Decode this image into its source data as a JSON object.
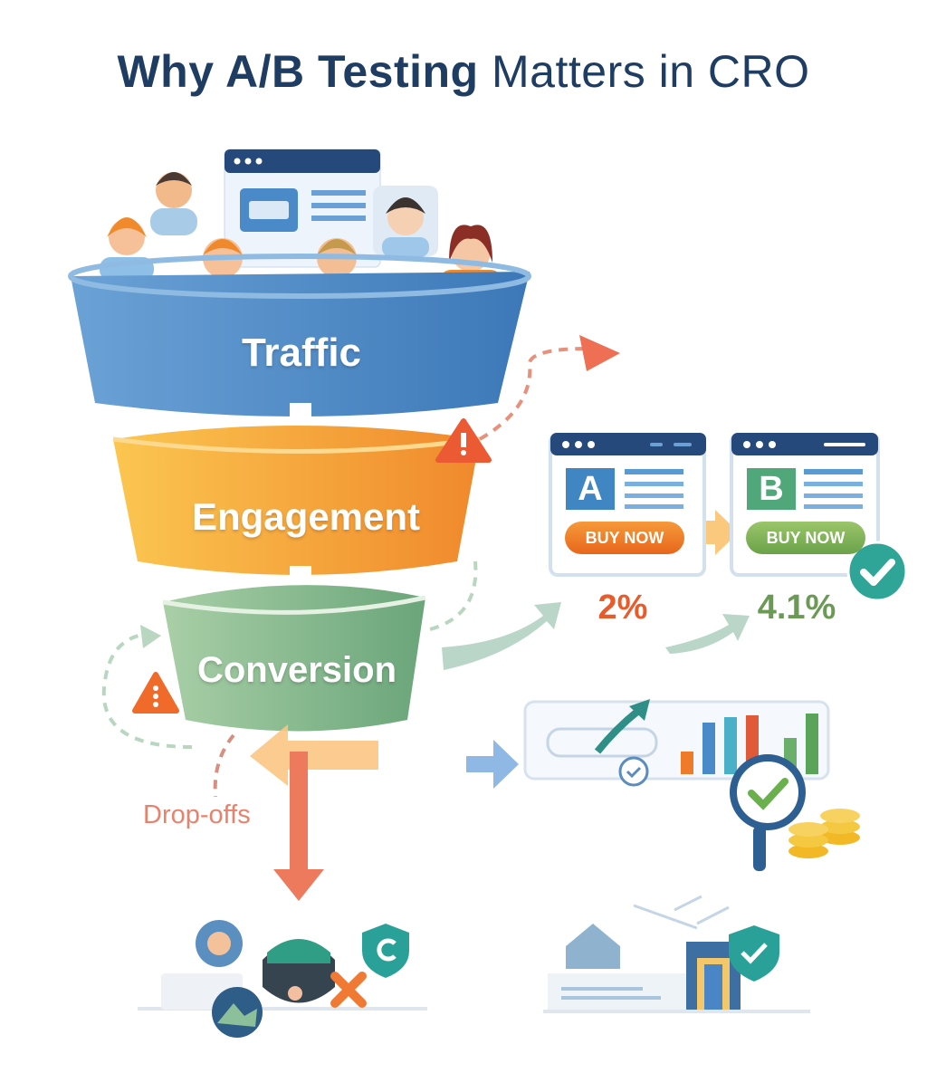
{
  "title": {
    "bold": "Why A/B Testing",
    "regular": "Matters in CRO"
  },
  "funnel": {
    "stages": [
      {
        "label": "Traffic",
        "color": "#4a86c5"
      },
      {
        "label": "Engagement",
        "color": "#f4a23b"
      },
      {
        "label": "Conversion",
        "color": "#82b58c"
      }
    ],
    "dropoff_label": "Drop-offs"
  },
  "variants": [
    {
      "letter": "A",
      "button": "BUY NOW",
      "rate": "2%",
      "color": "#3f86c2",
      "button_color": "#ee7a25",
      "rate_color": "#e85c2c"
    },
    {
      "letter": "B",
      "button": "BUY NOW",
      "rate": "4.1%",
      "color": "#4fa77a",
      "button_color": "#79ad52",
      "rate_color": "#6b9a55"
    }
  ],
  "icons": [
    "warning-icon",
    "check-badge-icon",
    "magnifier-icon",
    "coins-icon",
    "shield-check-icon",
    "bar-chart-icon"
  ]
}
